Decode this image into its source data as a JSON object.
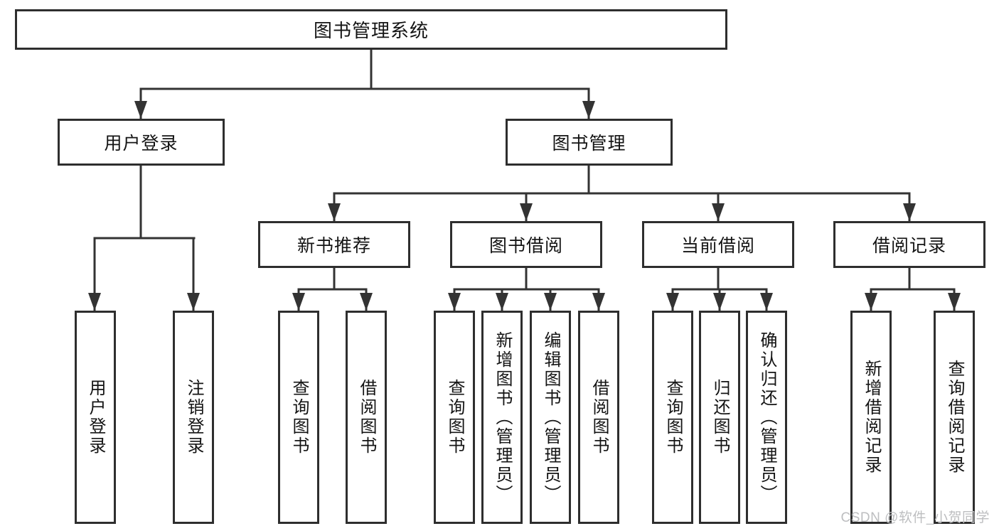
{
  "tree": {
    "root": {
      "label": "图书管理系统"
    },
    "branches": [
      {
        "label": "用户登录",
        "children": [
          {
            "label": "用户登录"
          },
          {
            "label": "注销登录"
          }
        ]
      },
      {
        "label": "图书管理",
        "sections": [
          {
            "label": "新书推荐",
            "children": [
              {
                "label": "查询图书"
              },
              {
                "label": "借阅图书"
              }
            ]
          },
          {
            "label": "图书借阅",
            "children": [
              {
                "label": "查询图书"
              },
              {
                "label": "新增图书（管理员）"
              },
              {
                "label": "编辑图书（管理员）"
              },
              {
                "label": "借阅图书"
              }
            ]
          },
          {
            "label": "当前借阅",
            "children": [
              {
                "label": "查询图书"
              },
              {
                "label": "归还图书"
              },
              {
                "label": "确认归还（管理员）"
              }
            ]
          },
          {
            "label": "借阅记录",
            "children": [
              {
                "label": "新增借阅记录"
              },
              {
                "label": "查询借阅记录"
              }
            ]
          }
        ]
      }
    ]
  },
  "watermark": {
    "text": "CSDN @软件_小贺同学",
    "color": "#bdbec0"
  },
  "colors": {
    "line": "#333333",
    "box_border": "#2e2e2e",
    "text": "#141414",
    "background": "#ffffff"
  }
}
